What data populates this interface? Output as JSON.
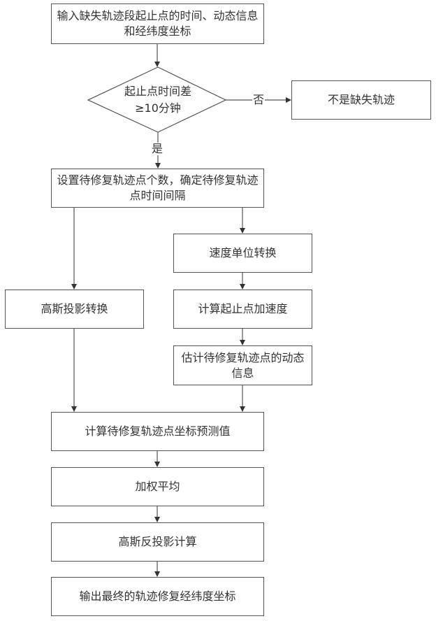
{
  "flowchart": {
    "nodes": {
      "input": "输入缺失轨迹段起止点的时间、动态信息和经纬度坐标",
      "decision_line1": "起止点时间差",
      "decision_line2": "≥10分钟",
      "not_missing": "不是缺失轨迹",
      "setup": "设置待修复轨迹点个数，确定待修复轨迹点时间间隔",
      "gauss_projection": "高斯投影转换",
      "speed_unit": "速度单位转换",
      "acceleration": "计算起止点加速度",
      "estimate_dynamics": "估计待修复轨迹点的动态信息",
      "predict_coords": "计算待修复轨迹点坐标预测值",
      "weighted_average": "加权平均",
      "gauss_inverse": "高斯反投影计算",
      "output": "输出最终的轨迹修复经纬度坐标"
    },
    "edge_labels": {
      "no": "否",
      "yes": "是"
    },
    "colors": {
      "stroke": "#555555",
      "text": "#333333",
      "background": "#ffffff"
    }
  }
}
